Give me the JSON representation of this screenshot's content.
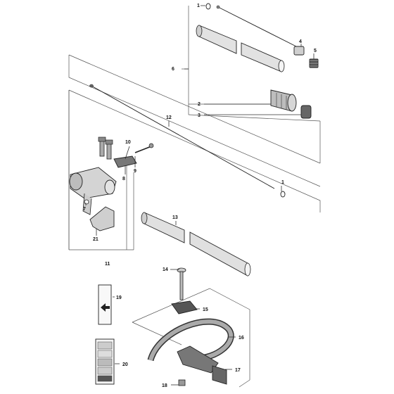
{
  "diagram": {
    "callouts": {
      "c1_top": "1",
      "c1_mid": "1",
      "c2": "2",
      "c3": "3",
      "c4": "4",
      "c5": "5",
      "c6": "6",
      "c7": "7",
      "c8": "8",
      "c9": "9",
      "c10": "10",
      "c11": "11",
      "c12": "12",
      "c13": "13",
      "c14": "14",
      "c15": "15",
      "c16": "16",
      "c17": "17",
      "c18": "18",
      "c19": "19",
      "c20": "20",
      "c21": "21"
    },
    "colors": {
      "line": "#333333",
      "part_fill": "#d9d9d9",
      "part_dark": "#4a4a4a",
      "background": "#ffffff"
    }
  }
}
